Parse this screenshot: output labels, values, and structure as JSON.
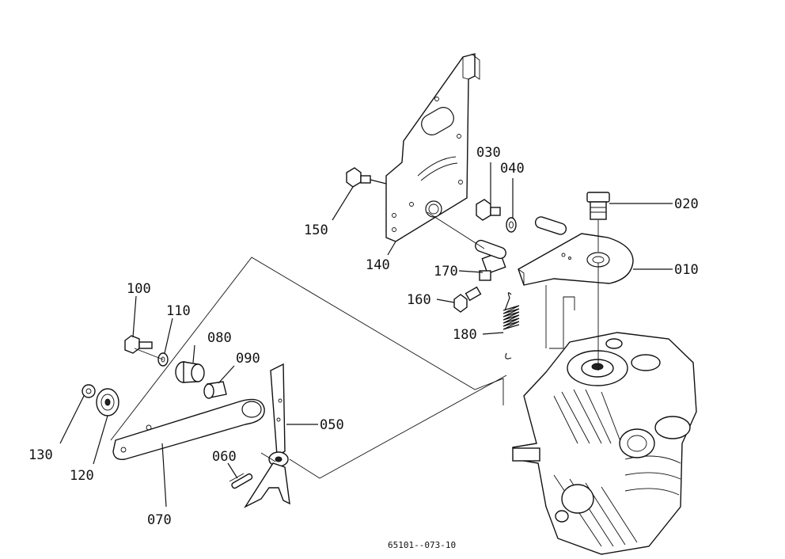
{
  "labels": {
    "p010": "010",
    "p020": "020",
    "p030": "030",
    "p040": "040",
    "p050": "050",
    "p060": "060",
    "p070": "070",
    "p080": "080",
    "p090": "090",
    "p100": "100",
    "p110": "110",
    "p120": "120",
    "p130": "130",
    "p140": "140",
    "p150": "150",
    "p160": "160",
    "p170": "170",
    "p180": "180"
  },
  "drawing_code": "65101--073-10"
}
